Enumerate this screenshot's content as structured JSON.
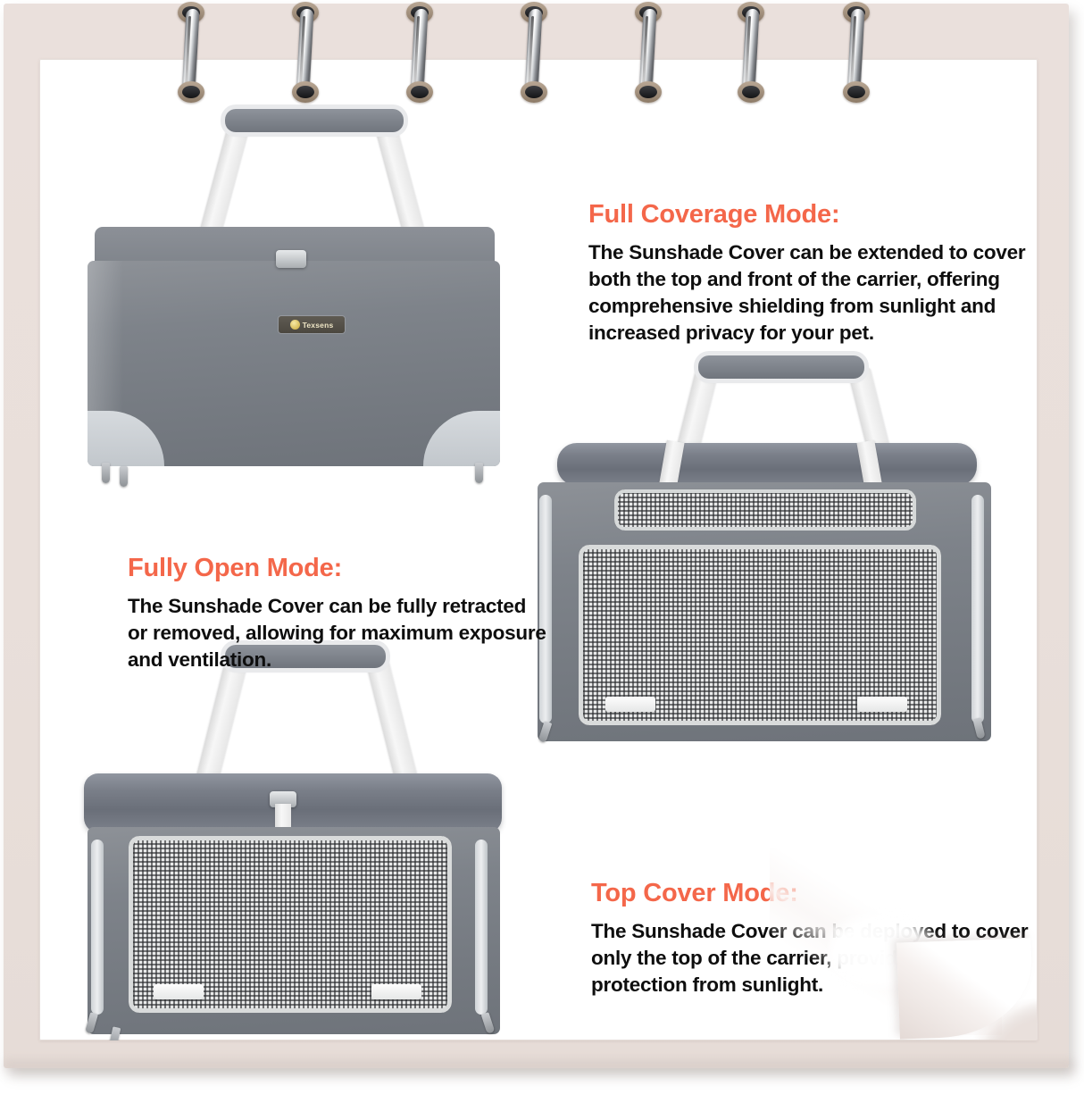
{
  "page": {
    "background_color": "#ffffff",
    "board_color": "#e9dfda",
    "sheet_color": "#ffffff",
    "accent_color": "#f4674a",
    "text_color": "#0e0e0e",
    "binding": {
      "ring_count": 7,
      "ring_color": "#c9ccd0",
      "hole_color": "#9d8b76"
    }
  },
  "sections": [
    {
      "id": "full-coverage",
      "title": "Full Coverage Mode:",
      "body": "The Sunshade Cover can be extended to cover both the top and front of the carrier, offering comprehensive shielding from sunlight and increased privacy for your pet."
    },
    {
      "id": "fully-open",
      "title": "Fully Open Mode:",
      "body": "The Sunshade Cover can be fully retracted or removed, allowing for maximum exposure and ventilation."
    },
    {
      "id": "top-cover",
      "title": "Top Cover Mode:",
      "body": "The Sunshade Cover can be deployed to cover only the top of the carrier, providing overhead protection from sunlight."
    }
  ],
  "product": {
    "brand": "Texsens",
    "photos": [
      {
        "id": "photo-full-coverage",
        "caption_ref": "full-coverage",
        "description": "Gray pet carrier fully covered by sunshade over top and front, white carry straps, padded handle, light gray corner panels with zipper pulls, brand label on front."
      },
      {
        "id": "photo-fully-open",
        "caption_ref": "fully-open",
        "description": "Gray pet carrier with sunshade cover rolled up along the top, large mesh front panel with two white velcro tabs, white carry straps and padded handle."
      },
      {
        "id": "photo-top-cover",
        "caption_ref": "top-cover",
        "description": "Gray pet carrier with sunshade cover deployed over the top only, mesh front panel visible with two white velcro tabs, white carry straps and padded handle."
      }
    ]
  }
}
